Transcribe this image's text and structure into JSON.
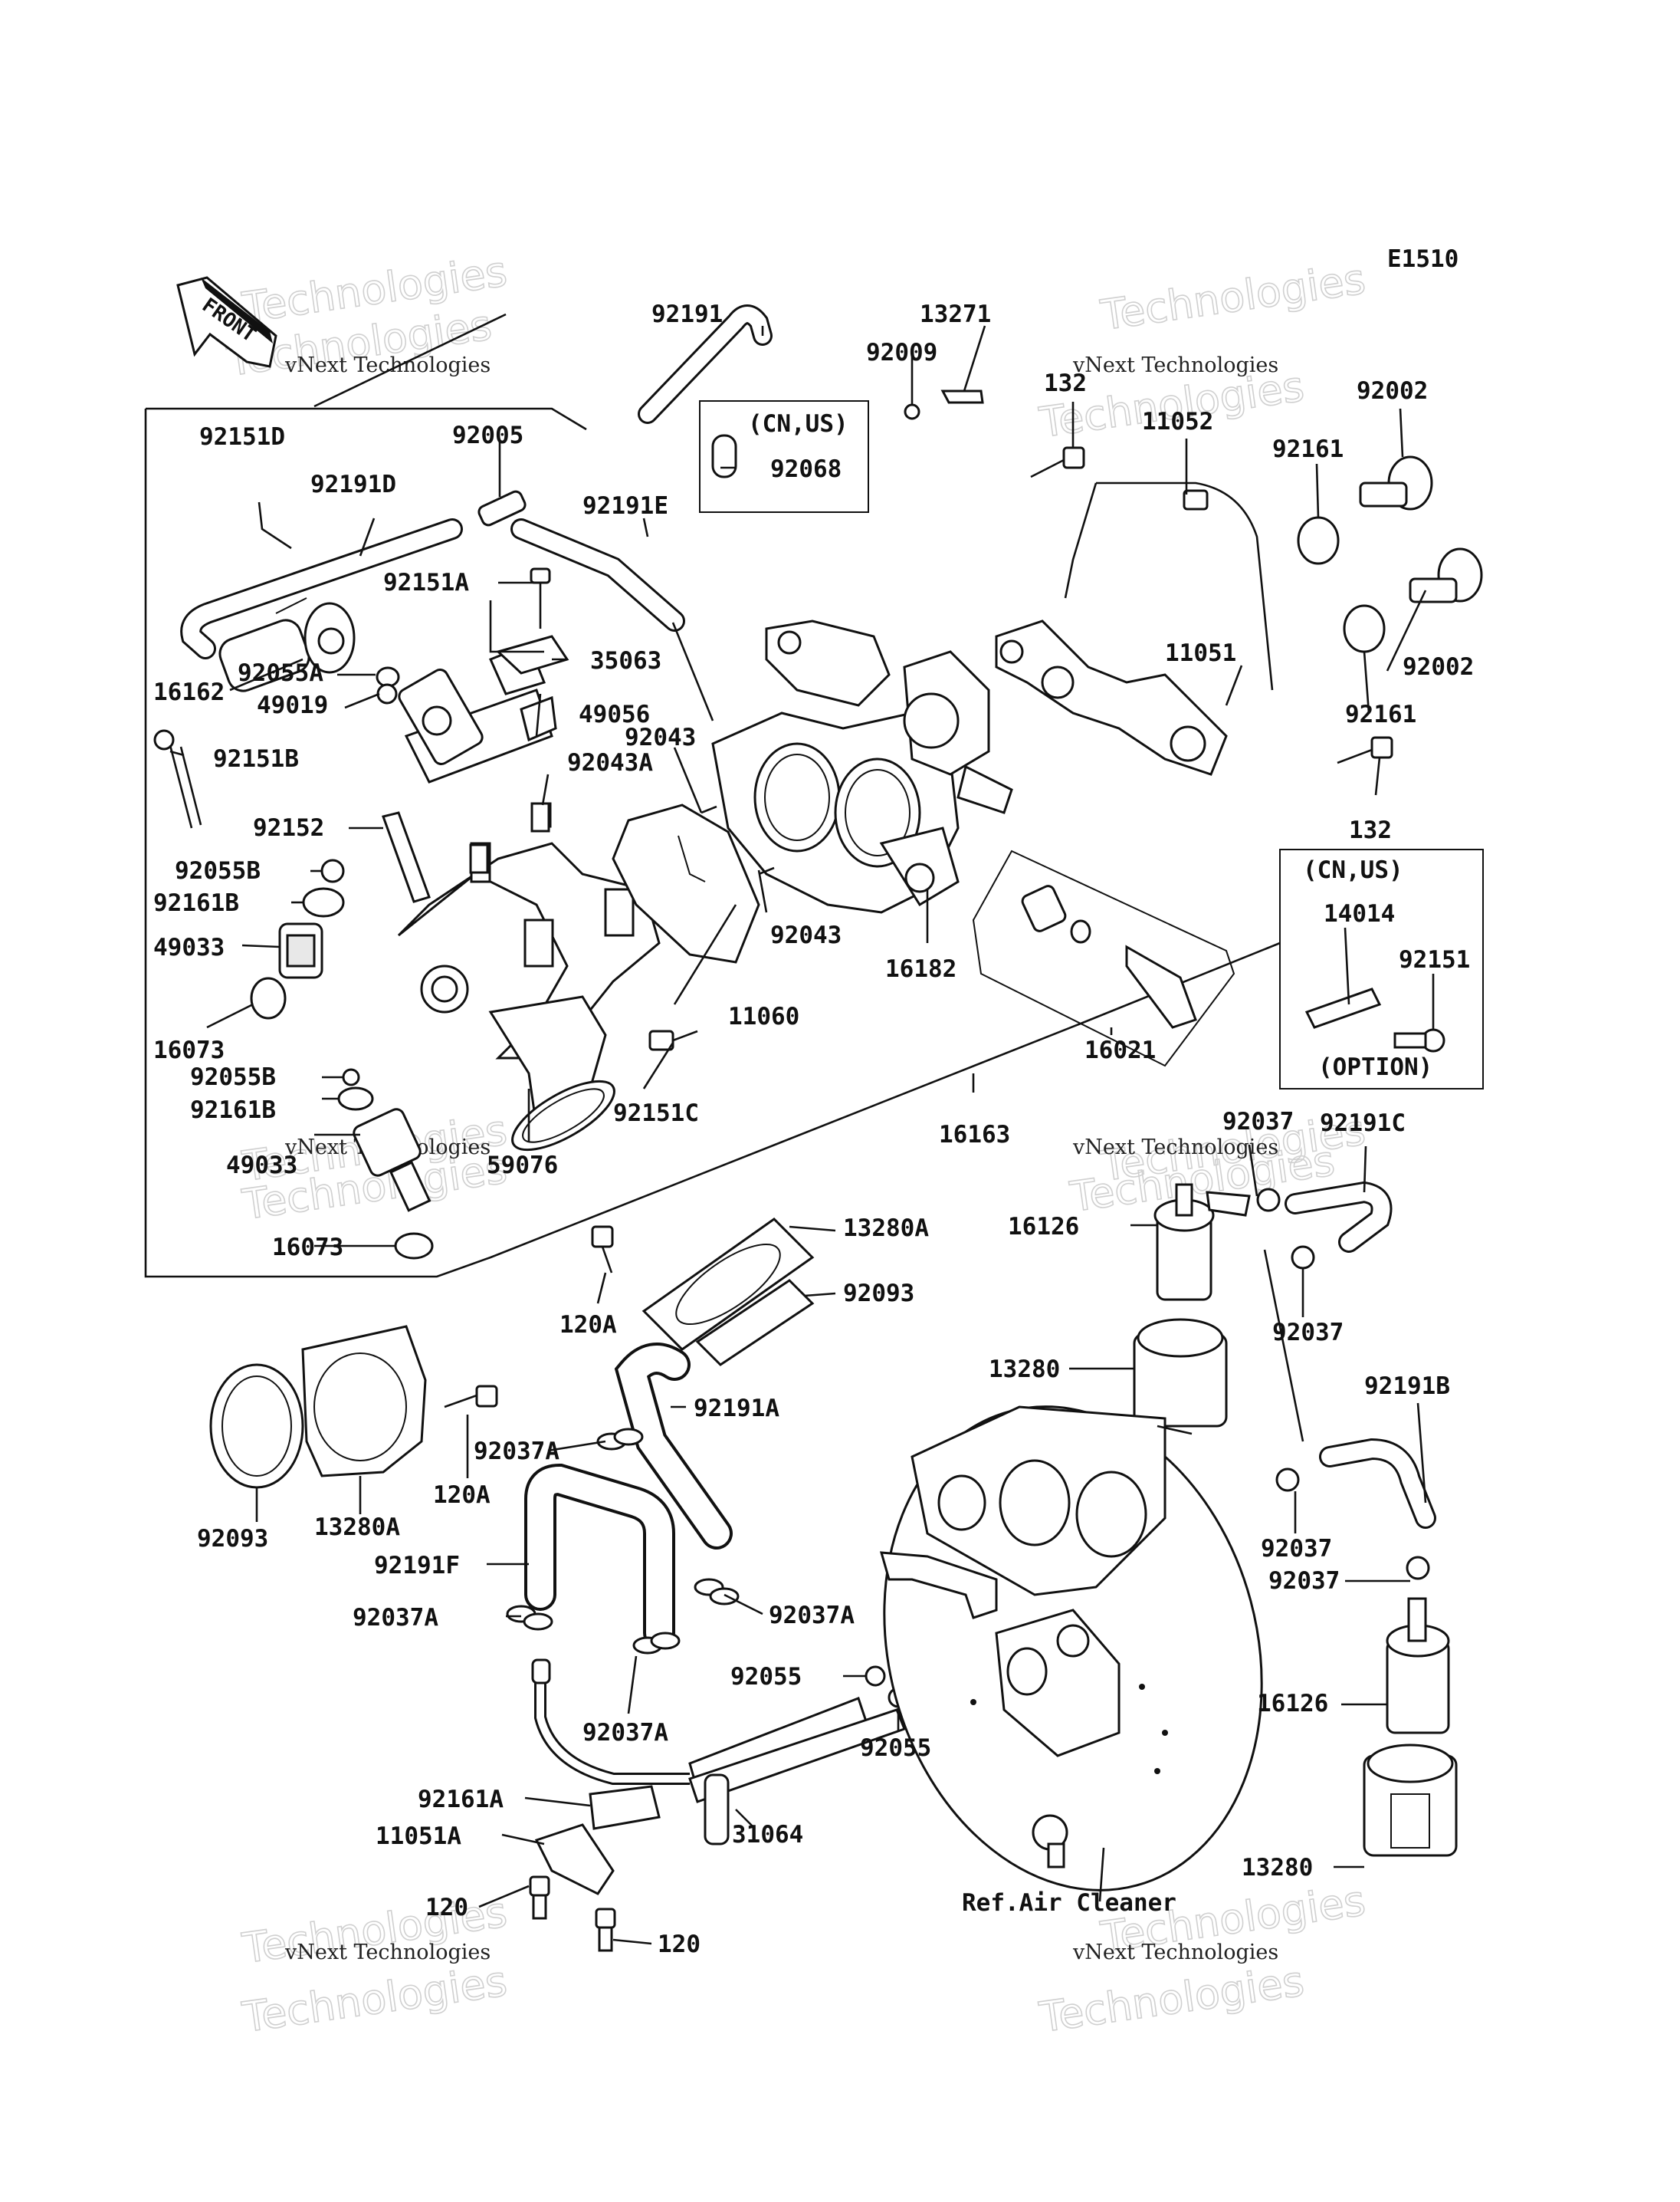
{
  "diagram_code": "E1510",
  "front_label": "FRONT",
  "watermark": {
    "line1": "vNext Technologies",
    "line2": "Technologies"
  },
  "notes": {
    "cn_us_top": "(CN,US)",
    "cn_us_right": "(CN,US)",
    "option": "(OPTION)",
    "ref_air_cleaner": "Ref.Air Cleaner"
  },
  "labels": {
    "l_92191": "92191",
    "l_13271": "13271",
    "l_92009": "92009",
    "l_132_top": "132",
    "l_11052": "11052",
    "l_92002_top": "92002",
    "l_92151D": "92151D",
    "l_92005": "92005",
    "l_92068": "92068",
    "l_92161_top": "92161",
    "l_92191D": "92191D",
    "l_92191E": "92191E",
    "l_92151A": "92151A",
    "l_35063": "35063",
    "l_11051": "11051",
    "l_92002_bot": "92002",
    "l_16162": "16162",
    "l_92055A": "92055A",
    "l_49019": "49019",
    "l_49056": "49056",
    "l_92043_top": "92043",
    "l_92161_mid": "92161",
    "l_92151B": "92151B",
    "l_92043A": "92043A",
    "l_132_bot": "132",
    "l_92152": "92152",
    "l_92055B": "92055B",
    "l_92161B": "92161B",
    "l_14014": "14014",
    "l_92043_mid": "92043",
    "l_49033": "49033",
    "l_92151_opt": "92151",
    "l_16182": "16182",
    "l_16073": "16073",
    "l_11060": "11060",
    "l_16021": "16021",
    "l_92055B_2": "92055B",
    "l_92161B_2": "92161B",
    "l_92151C": "92151C",
    "l_16163": "16163",
    "l_92037_top": "92037",
    "l_92191C": "92191C",
    "l_49033_2": "49033",
    "l_59076": "59076",
    "l_16126_top": "16126",
    "l_13280A_top": "13280A",
    "l_16073_2": "16073",
    "l_92093_top": "92093",
    "l_120A_top": "120A",
    "l_92037_r": "92037",
    "l_13280_top": "13280",
    "l_92191B": "92191B",
    "l_92191A": "92191A",
    "l_92037A_1": "92037A",
    "l_120A_bot": "120A",
    "l_13280A_bot": "13280A",
    "l_92093_bot": "92093",
    "l_92037_r2": "92037",
    "l_92191F": "92191F",
    "l_92037_r3": "92037",
    "l_92037A_2": "92037A",
    "l_92037A_3": "92037A",
    "l_92055_1": "92055",
    "l_16126_bot": "16126",
    "l_92037A_4": "92037A",
    "l_92055_2": "92055",
    "l_92161A": "92161A",
    "l_31064": "31064",
    "l_11051A": "11051A",
    "l_13280_bot": "13280",
    "l_120_1": "120",
    "l_120_2": "120"
  }
}
